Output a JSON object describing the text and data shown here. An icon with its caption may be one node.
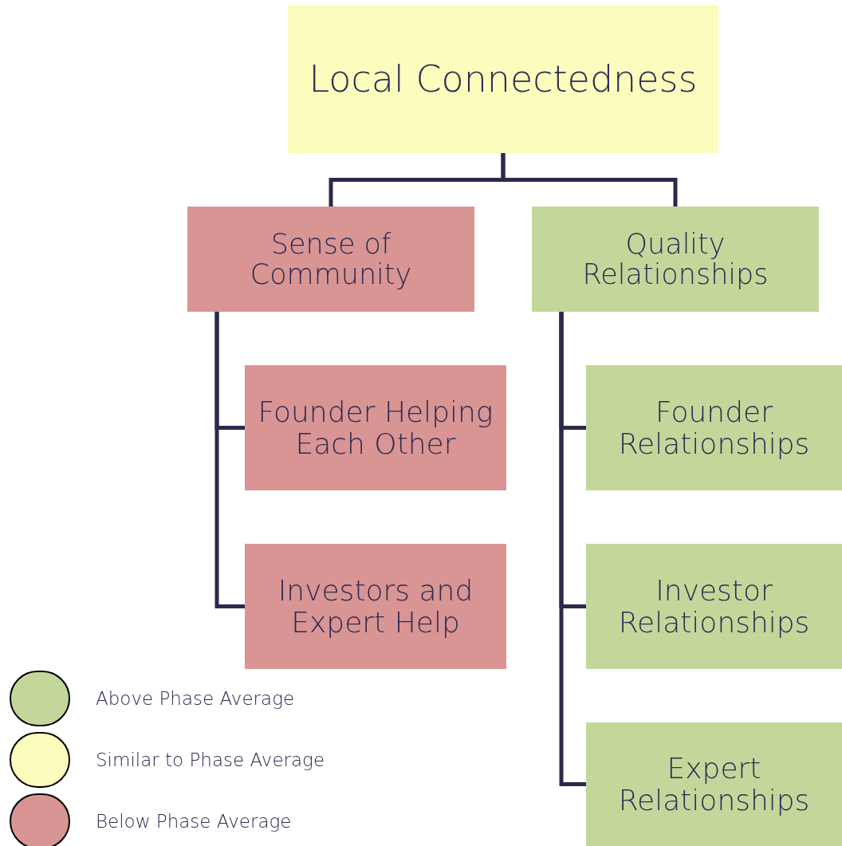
{
  "diagram": {
    "nodes": [
      {
        "text": [
          "Local Connectedness"
        ]
      },
      {
        "text": [
          "Sense of Community"
        ]
      },
      {
        "text": [
          "Quality Relationships"
        ]
      },
      {
        "text": [
          "Founder Helping Each Other"
        ]
      },
      {
        "text": [
          "Investors and Expert Help"
        ]
      },
      {
        "text": [
          "Founder Relationships"
        ]
      },
      {
        "text": [
          "Investor Relationships"
        ]
      },
      {
        "text": [
          "Expert Relationships"
        ]
      }
    ],
    "edges": [
      {
        "from": 0,
        "to": 1,
        "arrow": "none"
      },
      {
        "from": 0,
        "to": 2,
        "arrow": "none"
      },
      {
        "from": 1,
        "to": 3,
        "arrow": "none"
      },
      {
        "from": 1,
        "to": 4,
        "arrow": "none"
      },
      {
        "from": 2,
        "to": 5,
        "arrow": "none"
      },
      {
        "from": 2,
        "to": 6,
        "arrow": "none"
      },
      {
        "from": 2,
        "to": 7,
        "arrow": "none"
      }
    ],
    "legend": [
      {
        "text": "Above Phase Average",
        "color": "#c4d79b"
      },
      {
        "text": "Similar to Phase Average",
        "color": "#fbfdbd"
      },
      {
        "text": "Below Phase Average",
        "color": "#d99594"
      }
    ]
  }
}
